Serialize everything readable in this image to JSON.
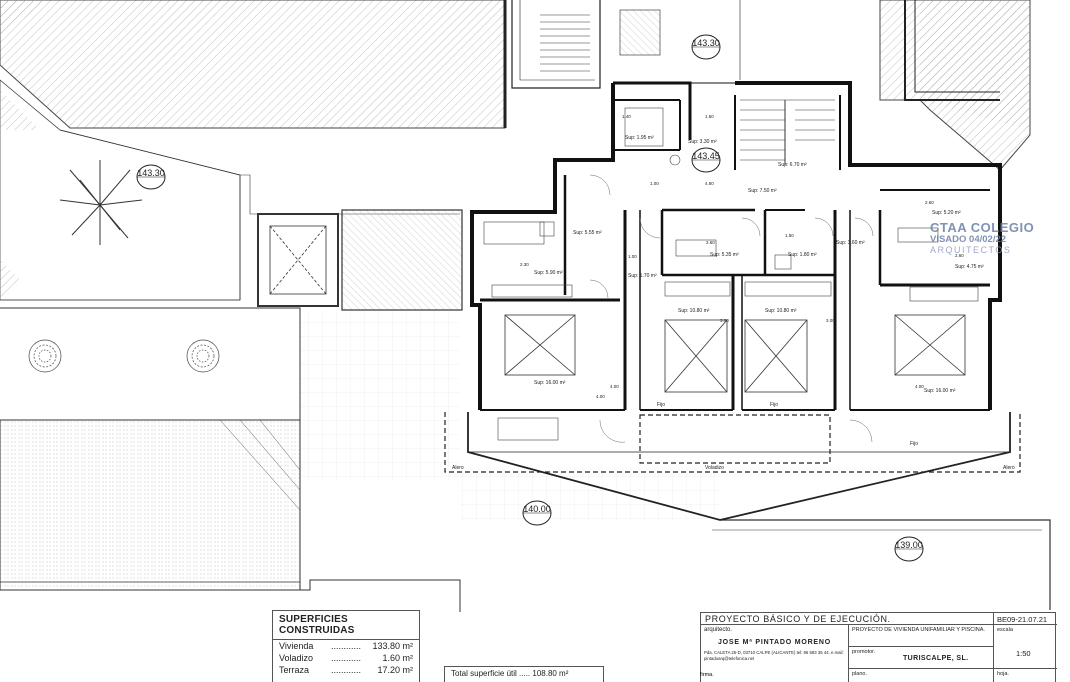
{
  "levels": {
    "top": "143.30",
    "left": "143.30",
    "center": "143.45",
    "bottom_center": "140.00",
    "bottom_right": "139.00"
  },
  "rooms": {
    "aseo_small": {
      "sup": "Sup: 1.95 m²",
      "dim": "1.40"
    },
    "pasillo_top": {
      "sup": "Sup: 3.30 m²",
      "dim": "1.50"
    },
    "escalera": {
      "sup": "Sup: 6.70 m²"
    },
    "distribuidor": {
      "sup": "Sup: 7.50 m²",
      "dim_a": "1.00",
      "dim_b": "4.80"
    },
    "vestidor_left": {
      "sup": "Sup: 5.55 m²"
    },
    "bano_left": {
      "sup": "Sup: 5.90 m²",
      "dim": "2.30"
    },
    "paso_left": {
      "sup": "Sup: 1.70 m²",
      "dim": "1.00"
    },
    "bano_center": {
      "sup": "Sup: 5.35 m²",
      "dim": "2.60"
    },
    "aseo_center": {
      "sup": "Sup: 1.80 m²",
      "dim": "1.50"
    },
    "paso_right": {
      "sup": "Sup: 3.60 m²"
    },
    "bano_right_top": {
      "sup": "Sup: 5.20 m²",
      "dim": "2.60"
    },
    "vestidor_right": {
      "sup": "Sup: 4.75 m²",
      "dim": "2.60"
    },
    "dorm_left": {
      "sup": "Sup: 16.00 m²"
    },
    "dorm_center_a": {
      "sup": "Sup: 10.80 m²"
    },
    "dorm_center_b": {
      "sup": "Sup: 10.80 m²"
    },
    "dorm_right": {
      "sup": "Sup: 16.00 m²"
    }
  },
  "plan_labels": {
    "fijo_a": "Fijo",
    "fijo_b": "Fijo",
    "fijo_c": "Fijo",
    "voladizo": "Voladizo",
    "alero_left": "Alero",
    "alero_right": "Alero",
    "dim_400_a": "4.00",
    "dim_400_b": "4.00",
    "dim_400_c": "4.00",
    "dim_300_a": "3.00",
    "dim_300_b": "3.00"
  },
  "superficies": {
    "title": "SUPERFICIES CONSTRUIDAS",
    "rows": [
      {
        "label": "Vivienda",
        "dots": "............",
        "value": "133.80 m²"
      },
      {
        "label": "Voladizo",
        "dots": "............",
        "value": "1.60 m²"
      },
      {
        "label": "Terraza",
        "dots": "............",
        "value": "17.20 m²"
      }
    ]
  },
  "superficie_util": "Total superficie útil ..... 108.80 m²",
  "title_block": {
    "header": "PROYECTO BÁSICO Y DE EJECUCIÓN.",
    "ref": "BE09-21.07.21",
    "arquitecto_label": "arquitecto.",
    "arquitecto_name": "JOSE Mª PINTADO MORENO",
    "arquitecto_addr": "Pda. CALETA 25-D, 03710 CALPE (ALICANTE) tel: 96 583 35 44. e.mail: pintadoarq@telefonica.net",
    "proyecto": "PROYECTO DE VIVIENDA UNIFAMILIAR Y PISCINA.",
    "promotor_label": "promotor.",
    "promotor": "TURISCALPE, SL.",
    "escala_label": "escala",
    "escala": "1:50",
    "plano_label": "plano.",
    "hoja_label": "hoja.",
    "firma_label": "firma."
  },
  "stamp": {
    "line1": "CTAA COLEGIO",
    "line2": "VISADO  04/02/22",
    "line3": "ARQUITECTOS"
  },
  "colors": {
    "line": "#222222",
    "hatch": "#9a9a9a",
    "stamp": "#6a7fa8"
  }
}
